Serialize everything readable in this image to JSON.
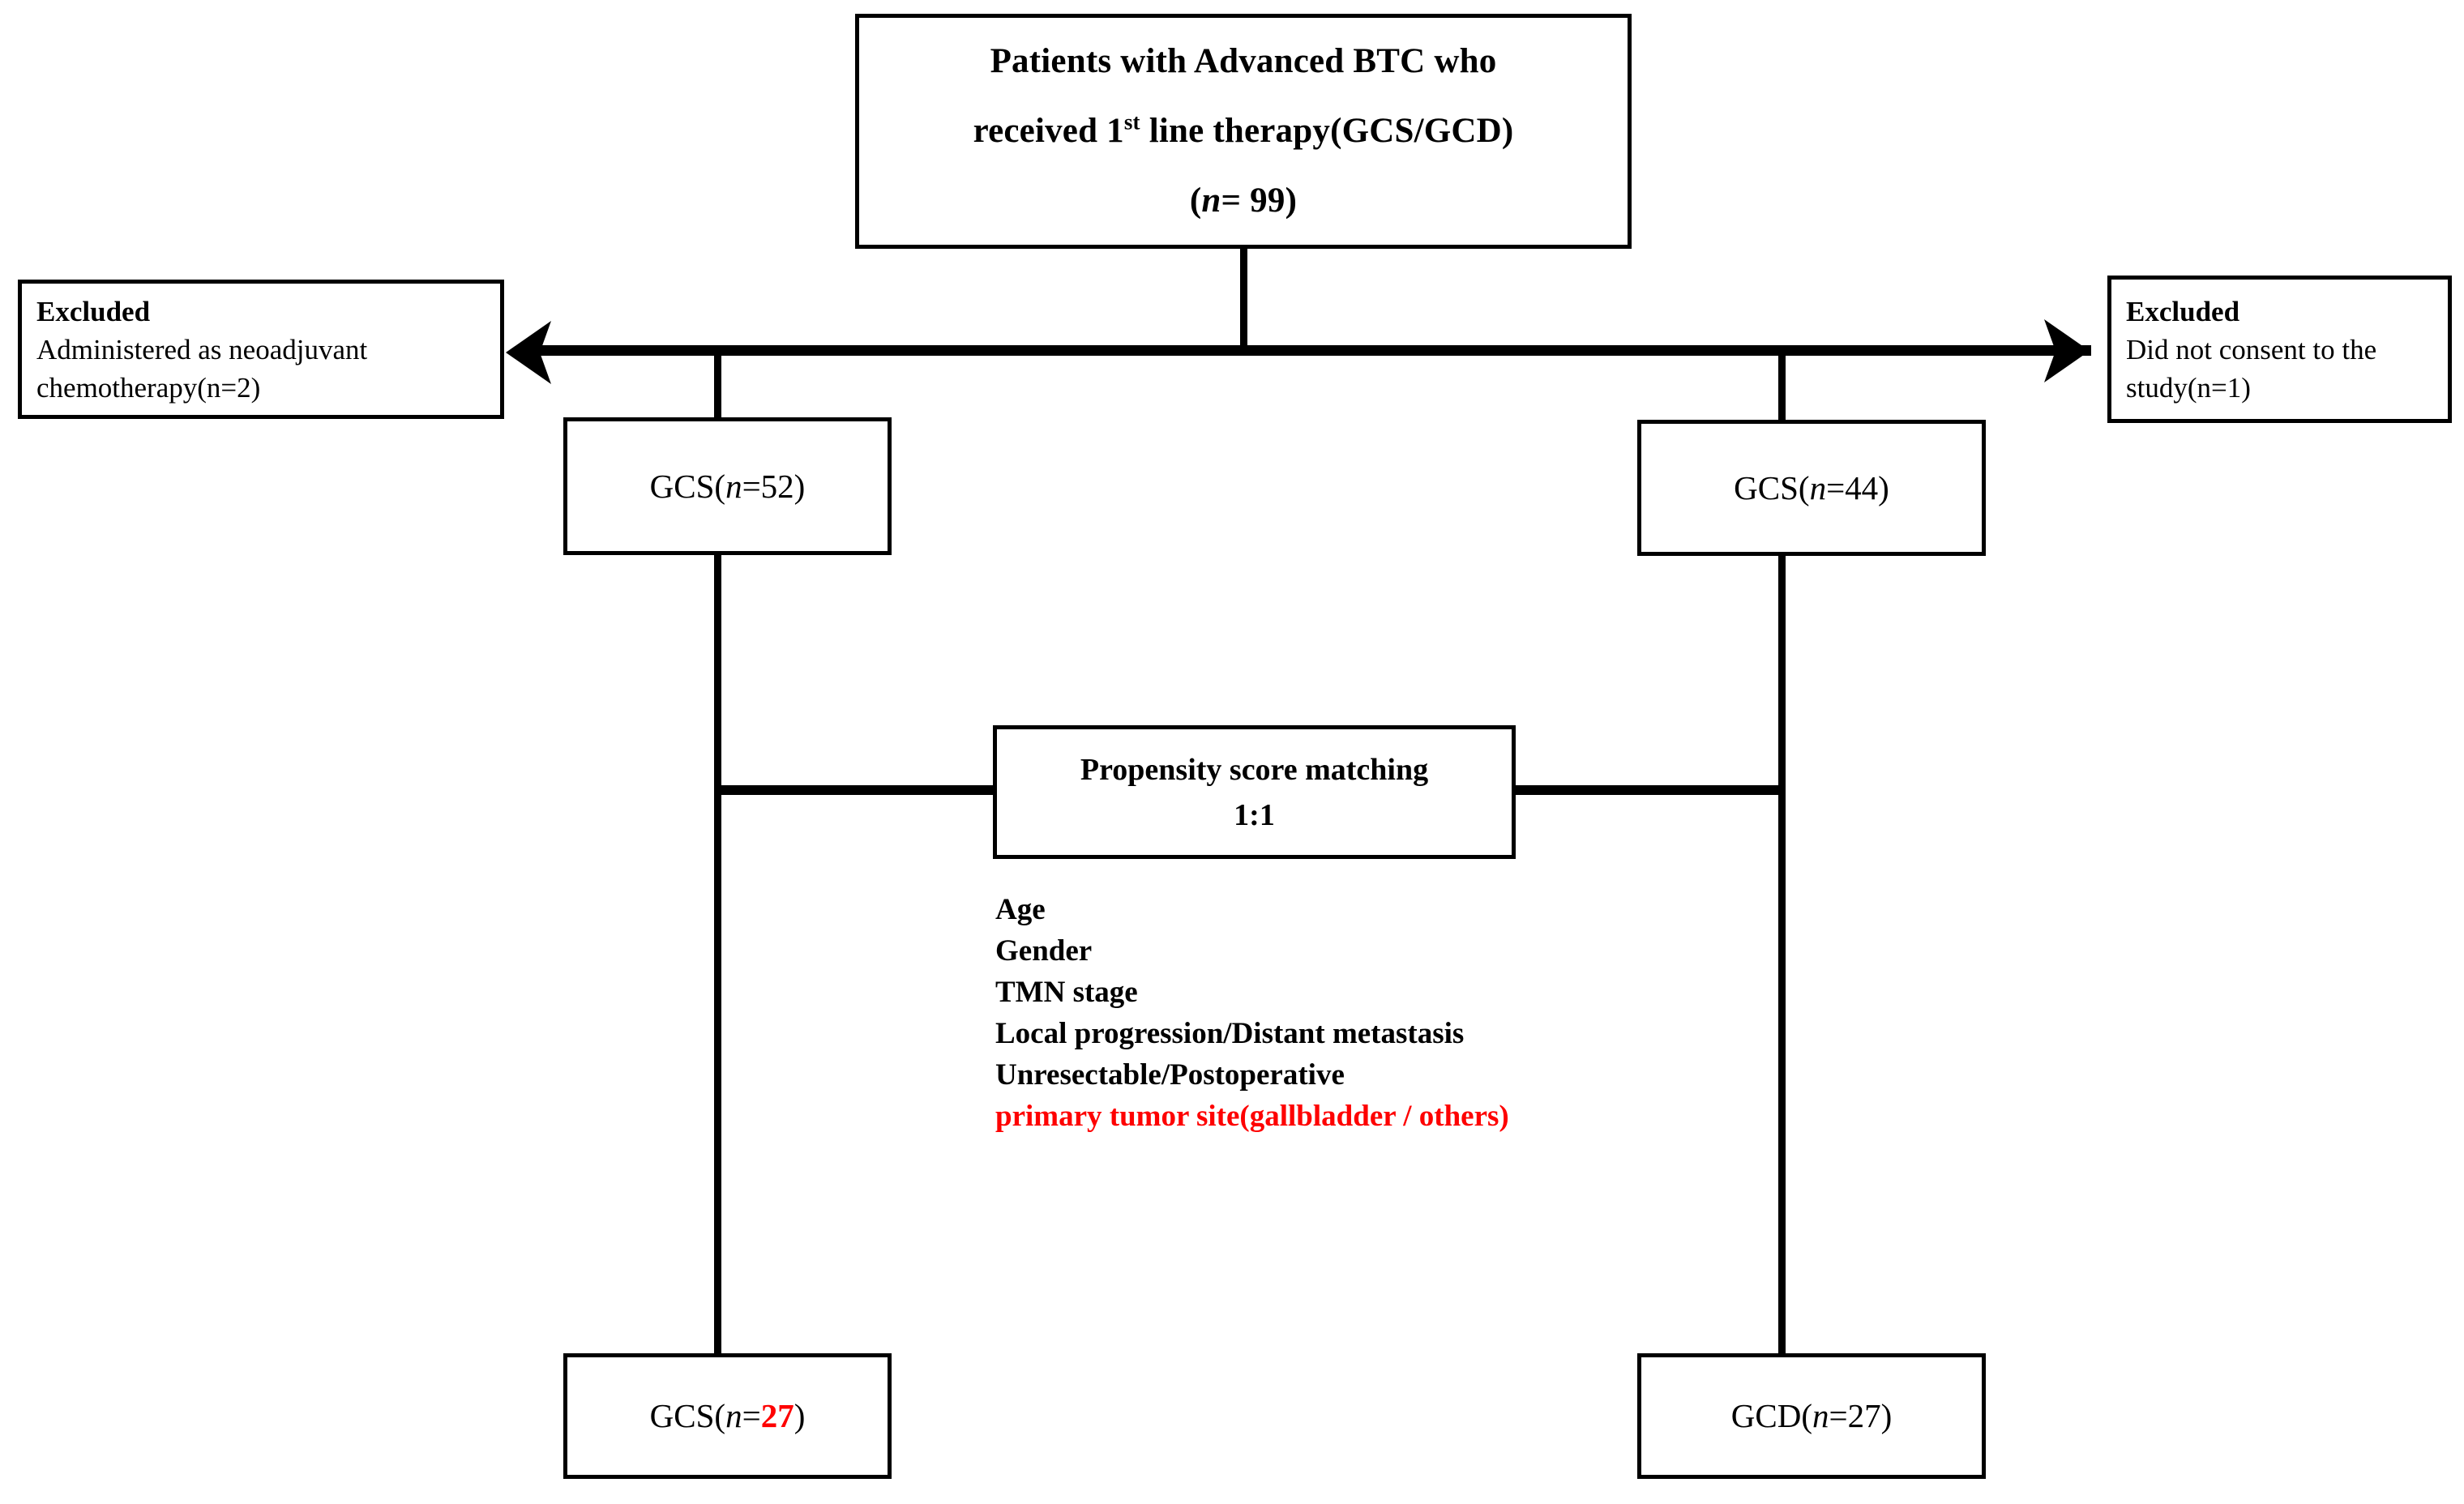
{
  "diagram": {
    "title": "Study flow diagram of advanced BTC patients with propensity score matching",
    "colors": {
      "line": "#000000",
      "box_border": "#000000",
      "background": "#ffffff",
      "highlight": "#fe0000"
    }
  },
  "root_box": {
    "line1": "Patients with Advanced BTC who",
    "line2_pre": "received 1",
    "line2_sup": "st",
    "line2_post": " line therapy(GCS/GCD)",
    "line3_open": "(",
    "line3_n": "n",
    "line3_value": "= 99)"
  },
  "excluded_left": {
    "heading": "Excluded",
    "reason_line1": "Administered as neoadjuvant",
    "reason_line2": "chemotherapy(n=2)"
  },
  "excluded_right": {
    "heading": "Excluded",
    "reason_line1": "Did not consent to the",
    "reason_line2": "study(n=1)"
  },
  "arm_gcs_pre": {
    "prefix": "GCS(",
    "n": "n",
    "value": "=52)"
  },
  "arm_gcd_pre": {
    "prefix": "GCS(",
    "n": "n",
    "value": "=44)"
  },
  "arm_gcs_post": {
    "prefix": "GCS(",
    "n": "n",
    "eq": "=",
    "count": "27",
    "close": ")"
  },
  "arm_gcd_post": {
    "prefix": "GCD(",
    "n": "n",
    "eq": "=",
    "count": "27",
    "close": ")"
  },
  "psm_box": {
    "line1": "Propensity score matching",
    "line2": "1:1"
  },
  "covariates": {
    "items": [
      {
        "label": "Age",
        "highlight": false
      },
      {
        "label": "Gender",
        "highlight": false
      },
      {
        "label": "TMN stage",
        "highlight": false
      },
      {
        "label": "Local progression/Distant metastasis",
        "highlight": false
      },
      {
        "label": "Unresectable/Postoperative",
        "highlight": false
      },
      {
        "label": "primary tumor site(gallbladder / others)",
        "highlight": true
      }
    ]
  },
  "chart_data": {
    "type": "diagram",
    "title": "Patient selection / propensity score matching flowchart",
    "nodes": [
      {
        "id": "root",
        "label": "Patients with Advanced BTC who received 1st line therapy(GCS/GCD) (n= 99)",
        "n": 99
      },
      {
        "id": "excl-left",
        "label": "Excluded Administered as neoadjuvant chemotherapy(n=2)",
        "n": 2
      },
      {
        "id": "excl-right",
        "label": "Excluded Did not consent to the study(n=1)",
        "n": 1
      },
      {
        "id": "gcs-pre",
        "label": "GCS(n=52)",
        "n": 52
      },
      {
        "id": "gcd-pre",
        "label": "GCS(n=44)",
        "n": 44
      },
      {
        "id": "psm",
        "label": "Propensity score matching 1:1",
        "n": null
      },
      {
        "id": "gcs-post",
        "label": "GCS(n=27)",
        "n": 27
      },
      {
        "id": "gcd-post",
        "label": "GCD(n=27)",
        "n": 27
      }
    ],
    "edges": [
      {
        "from": "root",
        "to": "excl-left",
        "style": "arrow"
      },
      {
        "from": "root",
        "to": "excl-right",
        "style": "arrow"
      },
      {
        "from": "root",
        "to": "gcs-pre",
        "style": "line"
      },
      {
        "from": "root",
        "to": "gcd-pre",
        "style": "line"
      },
      {
        "from": "gcs-pre",
        "to": "psm",
        "style": "line"
      },
      {
        "from": "gcd-pre",
        "to": "psm",
        "style": "line"
      },
      {
        "from": "gcs-pre",
        "to": "gcs-post",
        "style": "line"
      },
      {
        "from": "gcd-pre",
        "to": "gcd-post",
        "style": "line"
      }
    ],
    "matching_covariates": [
      "Age",
      "Gender",
      "TMN stage",
      "Local progression/Distant metastasis",
      "Unresectable/Postoperative",
      "primary tumor site(gallbladder / others)"
    ]
  }
}
